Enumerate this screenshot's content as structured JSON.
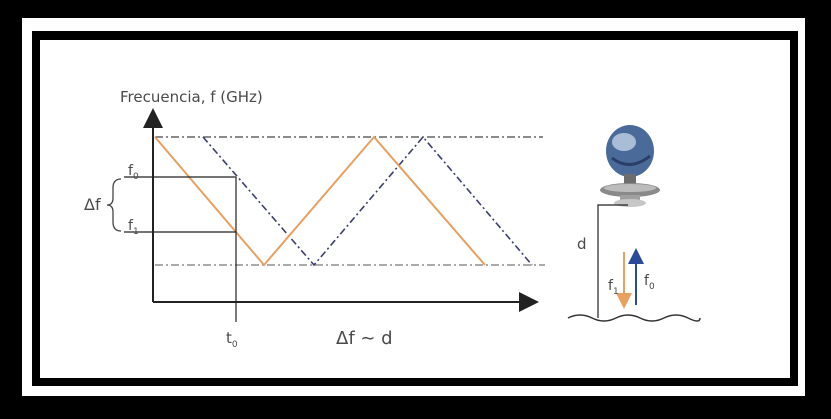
{
  "diagram": {
    "y_axis_label": "Frecuencia, f (GHz)",
    "delta_f_label": "Δf",
    "f0_label": "f",
    "f0_sub": "0",
    "f1_label": "f",
    "f1_sub": "1",
    "t0_label": "t",
    "t0_sub": "0",
    "relation_label": "Δf ∼ d",
    "distance_label": "d",
    "arrow_down_label": "f",
    "arrow_down_sub": "1",
    "arrow_up_label": "f",
    "arrow_up_sub": "0"
  },
  "colors": {
    "orange_signal": "#e8a060",
    "blue_signal": "#3a3f6e",
    "axis": "#222222",
    "blue_arrow": "#2a4a9a"
  },
  "icons": {
    "device": "radar-level-sensor-icon",
    "surface": "liquid-surface-wave"
  }
}
